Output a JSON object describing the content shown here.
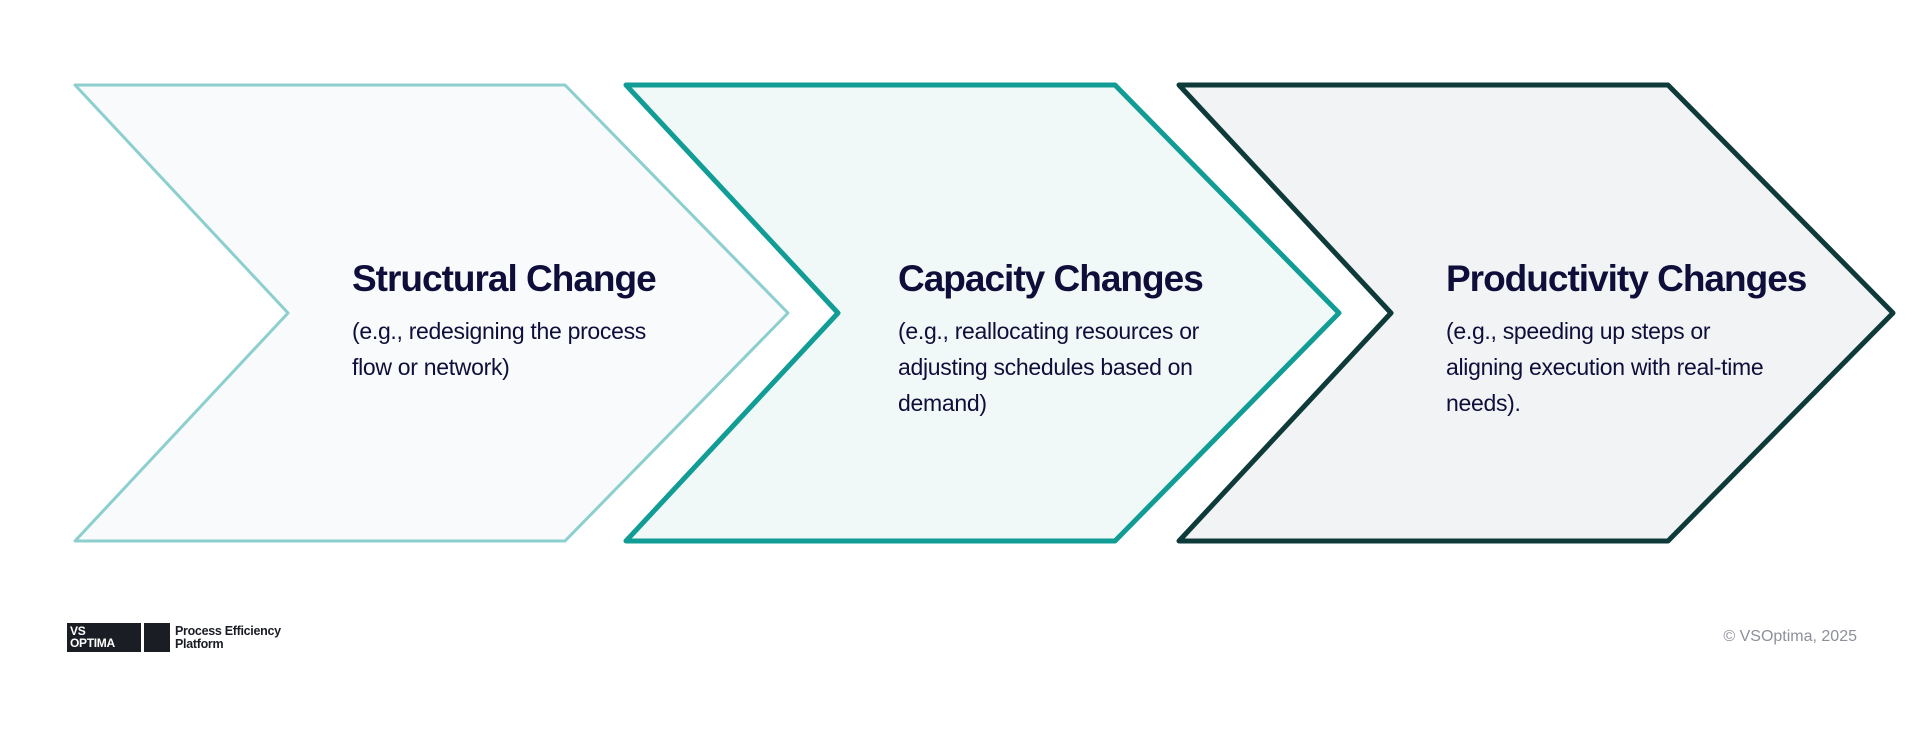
{
  "steps": [
    {
      "title": "Structural Change",
      "description": " (e.g., redesigning the process flow or network)",
      "fill": "#f8fafc",
      "stroke": "#8ccfce"
    },
    {
      "title": "Capacity Changes",
      "description": "(e.g., reallocating resources or adjusting schedules based on demand)",
      "fill": "#f0f9f7",
      "stroke": "#119d95"
    },
    {
      "title": "Productivity Changes",
      "description": " (e.g., speeding up steps or aligning execution with real-time needs).",
      "fill": "#f2f3f4",
      "stroke": "#0f3a3a"
    }
  ],
  "footer": {
    "logo_line1": "VS",
    "logo_line2": "OPTIMA",
    "tagline_line1": "Process Efficiency",
    "tagline_line2": "Platform",
    "copyright": "© VSOptima, 2025"
  }
}
